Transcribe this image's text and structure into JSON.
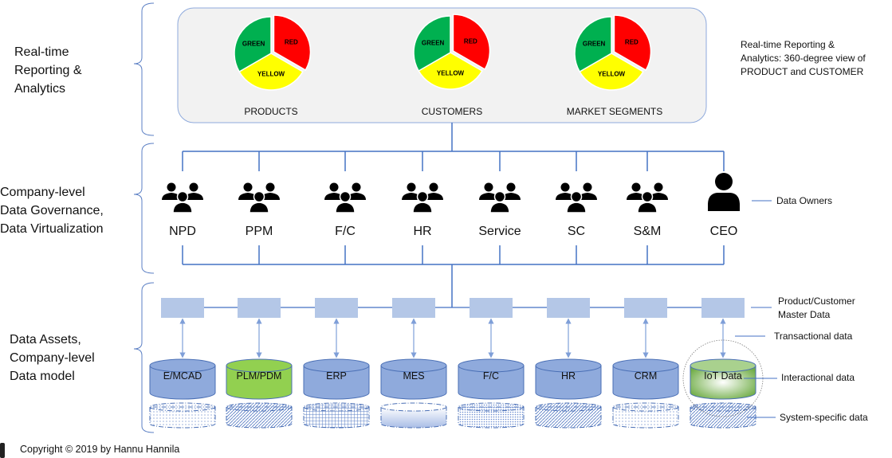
{
  "layers": [
    {
      "label": "Real-time Reporting & Analytics",
      "lines": [
        "Real-time",
        "Reporting &",
        "Analytics"
      ]
    },
    {
      "label": "Company-level Data Governance, Data Virtualization",
      "lines": [
        "Company-level",
        "Data Governance,",
        "Data Virtualization"
      ]
    },
    {
      "label": "Data Assets, Company-level Data model",
      "lines": [
        "Data Assets,",
        "Company-level",
        "Data model"
      ]
    }
  ],
  "reporting": {
    "note_lines": [
      "Real-time Reporting &",
      "Analytics: 360-degree view of",
      "PRODUCT and CUSTOMER"
    ],
    "charts": [
      {
        "title": "PRODUCTS"
      },
      {
        "title": "CUSTOMERS"
      },
      {
        "title": "MARKET SEGMENTS"
      }
    ]
  },
  "chart_data": {
    "type": "pie",
    "charts": [
      "PRODUCTS",
      "CUSTOMERS",
      "MARKET SEGMENTS"
    ],
    "slices": [
      {
        "label": "RED",
        "value": 33.3,
        "color": "#ff0000",
        "exploded": true
      },
      {
        "label": "YELLOW",
        "value": 33.3,
        "color": "#ffff00",
        "exploded": false
      },
      {
        "label": "GREEN",
        "value": 33.3,
        "color": "#00b050",
        "exploded": false
      }
    ]
  },
  "governance": {
    "owners": [
      {
        "label": "NPD",
        "icon": "group-icon"
      },
      {
        "label": "PPM",
        "icon": "group-icon"
      },
      {
        "label": "F/C",
        "icon": "group-icon"
      },
      {
        "label": "HR",
        "icon": "group-icon"
      },
      {
        "label": "Service",
        "icon": "group-icon"
      },
      {
        "label": "SC",
        "icon": "group-icon"
      },
      {
        "label": "S&M",
        "icon": "group-icon"
      },
      {
        "label": "CEO",
        "icon": "person-icon"
      }
    ],
    "note": "Data Owners"
  },
  "assets": {
    "databases": [
      {
        "label": "E/MCAD",
        "color": "#8faadc"
      },
      {
        "label": "PLM/PDM",
        "color": "#92d050"
      },
      {
        "label": "ERP",
        "color": "#8faadc"
      },
      {
        "label": "MES",
        "color": "#8faadc"
      },
      {
        "label": "F/C",
        "color": "#8faadc"
      },
      {
        "label": "HR",
        "color": "#8faadc"
      },
      {
        "label": "CRM",
        "color": "#8faadc"
      },
      {
        "label": "IoT Data",
        "color": "#a9d18e"
      }
    ],
    "notes": {
      "master": [
        "Product/Customer",
        "Master Data"
      ],
      "transactional": "Transactional data",
      "interactional": "Interactional data",
      "system": "System-specific data"
    }
  },
  "colors": {
    "line": "#4472c4",
    "master_box": "#b4c7e7",
    "panel_bg": "#f2f2f2",
    "panel_border": "#8faadc"
  },
  "copyright": "Copyright © 2019 by Hannu Hannila"
}
